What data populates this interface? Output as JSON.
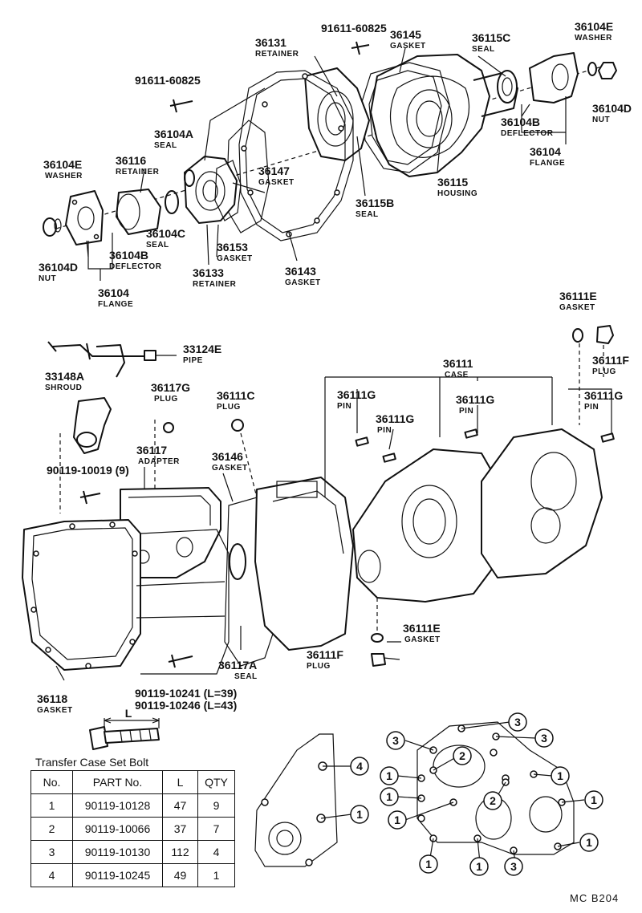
{
  "callouts": [
    {
      "part_no": "91611-60825",
      "name": ""
    },
    {
      "part_no": "36145",
      "name": "GASKET"
    },
    {
      "part_no": "36115C",
      "name": "SEAL"
    },
    {
      "part_no": "36104E",
      "name": "WASHER"
    },
    {
      "part_no": "36131",
      "name": "RETAINER"
    },
    {
      "part_no": "91611-60825",
      "name": ""
    },
    {
      "part_no": "36104D",
      "name": "NUT"
    },
    {
      "part_no": "36104A",
      "name": "SEAL"
    },
    {
      "part_no": "36104B",
      "name": "DEFLECTOR"
    },
    {
      "part_no": "36104",
      "name": "FLANGE"
    },
    {
      "part_no": "36104E",
      "name": "WASHER"
    },
    {
      "part_no": "36116",
      "name": "RETAINER"
    },
    {
      "part_no": "36147",
      "name": "GASKET"
    },
    {
      "part_no": "36115",
      "name": "HOUSING"
    },
    {
      "part_no": "36115B",
      "name": "SEAL"
    },
    {
      "part_no": "36104C",
      "name": "SEAL"
    },
    {
      "part_no": "36104B",
      "name": "DEFLECTOR"
    },
    {
      "part_no": "36153",
      "name": "GASKET"
    },
    {
      "part_no": "36104D",
      "name": "NUT"
    },
    {
      "part_no": "36133",
      "name": "RETAINER"
    },
    {
      "part_no": "36143",
      "name": "GASKET"
    },
    {
      "part_no": "36104",
      "name": "FLANGE"
    },
    {
      "part_no": "36111E",
      "name": "GASKET"
    },
    {
      "part_no": "33124E",
      "name": "PIPE"
    },
    {
      "part_no": "36111F",
      "name": "PLUG"
    },
    {
      "part_no": "33148A",
      "name": "SHROUD"
    },
    {
      "part_no": "36111",
      "name": "CASE"
    },
    {
      "part_no": "36117G",
      "name": "PLUG"
    },
    {
      "part_no": "36111C",
      "name": "PLUG"
    },
    {
      "part_no": "36111G",
      "name": "PIN"
    },
    {
      "part_no": "36111G",
      "name": "PIN"
    },
    {
      "part_no": "36111G",
      "name": "PIN"
    },
    {
      "part_no": "36111G",
      "name": "PIN"
    },
    {
      "part_no": "36117",
      "name": "ADAPTER"
    },
    {
      "part_no": "36146",
      "name": "GASKET"
    },
    {
      "part_no": "90119-10019 (9)",
      "name": ""
    },
    {
      "part_no": "36111E",
      "name": "GASKET"
    },
    {
      "part_no": "36111F",
      "name": "PLUG"
    },
    {
      "part_no": "36117A",
      "name": "SEAL"
    },
    {
      "part_no": "36118",
      "name": "GASKET"
    },
    {
      "part_no": "90119-10241 (L=39)",
      "name": ""
    },
    {
      "part_no": "90119-10246 (L=43)",
      "name": ""
    }
  ],
  "bolt_length_label": "L",
  "bolt_numbers": [
    "4",
    "1",
    "3",
    "3",
    "3",
    "2",
    "1",
    "1",
    "1",
    "2",
    "1",
    "1",
    "1",
    "1",
    "1",
    "3",
    "1",
    "1"
  ],
  "table": {
    "title": "Transfer Case Set Bolt",
    "headers": [
      "No.",
      "PART No.",
      "L",
      "QTY"
    ],
    "rows": [
      [
        "1",
        "90119-10128",
        "47",
        "9"
      ],
      [
        "2",
        "90119-10066",
        "37",
        "7"
      ],
      [
        "3",
        "90119-10130",
        "112",
        "4"
      ],
      [
        "4",
        "90119-10245",
        "49",
        "1"
      ]
    ]
  },
  "diagram_code": "MC  B204"
}
